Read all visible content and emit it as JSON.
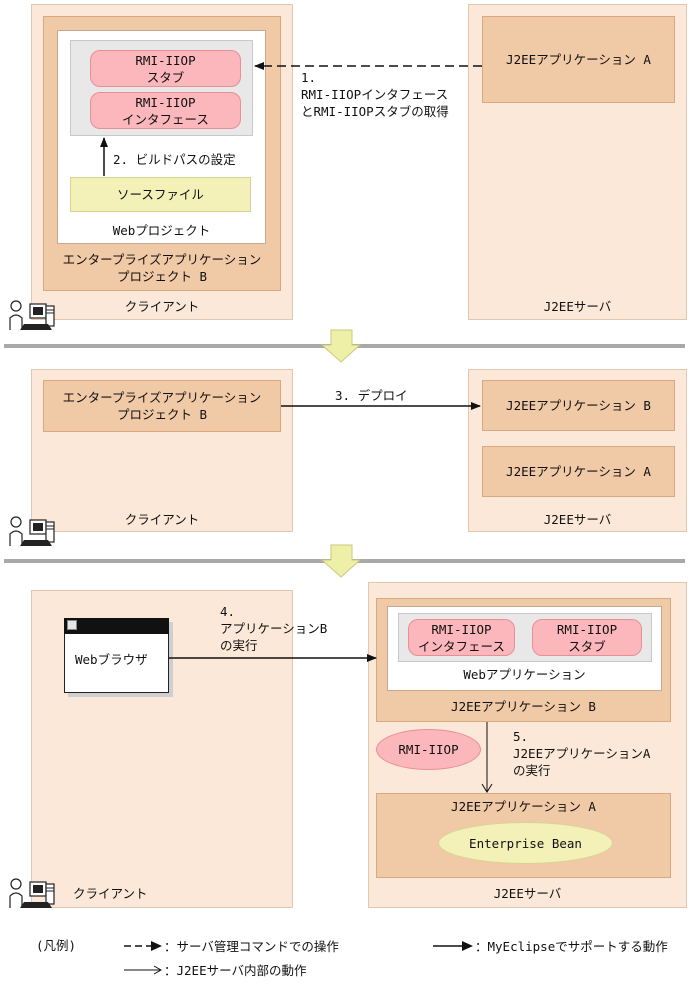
{
  "panel1": {
    "client_label": "クライアント",
    "server_label": "J2EEサーバ",
    "stub": "RMI-IIOP\nスタブ",
    "interface": "RMI-IIOP\nインタフェース",
    "step2": "2. ビルドパスの設定",
    "source_file": "ソースファイル",
    "web_project": "Webプロジェクト",
    "ear_project": "エンタープライズアプリケーション\nプロジェクト B",
    "j2ee_app_a": "J2EEアプリケーション A",
    "step1": "1.\nRMI-IIOPインタフェース\nとRMI-IIOPスタブの取得"
  },
  "panel2": {
    "ear_project": "エンタープライズアプリケーション\nプロジェクト B",
    "client_label": "クライアント",
    "step3": "3. デプロイ",
    "j2ee_app_b": "J2EEアプリケーション B",
    "j2ee_app_a": "J2EEアプリケーション A",
    "server_label": "J2EEサーバ"
  },
  "panel3": {
    "web_browser": "Webブラウザ",
    "step4": "4.\nアプリケーションB\nの実行",
    "client_label": "クライアント",
    "rmi_interface": "RMI-IIOP\nインタフェース",
    "rmi_stub": "RMI-IIOP\nスタブ",
    "web_application": "Webアプリケーション",
    "j2ee_app_b": "J2EEアプリケーション B",
    "rmi_iiop": "RMI-IIOP",
    "step5": "5.\nJ2EEアプリケーションA\nの実行",
    "j2ee_app_a": "J2EEアプリケーション A",
    "enterprise_bean": "Enterprise Bean",
    "server_label": "J2EEサーバ"
  },
  "legend": {
    "title": "(凡例)",
    "dashed": "：サーバ管理コマンドでの操作",
    "bold": "：MyEclipseでサポートする動作",
    "thin": "：J2EEサーバ内部の動作"
  }
}
